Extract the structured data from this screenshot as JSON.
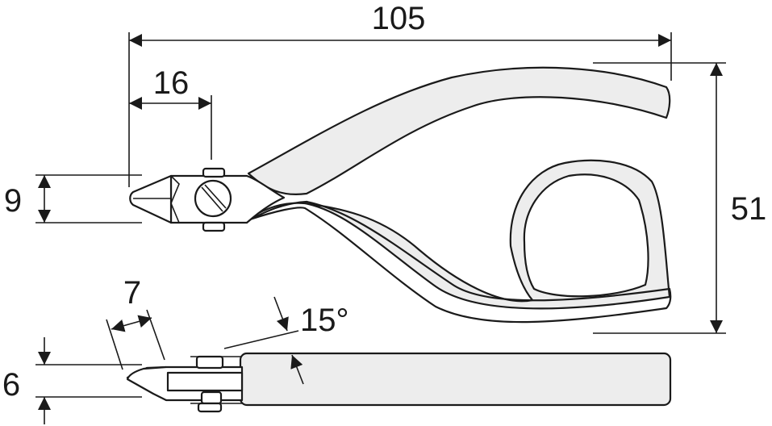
{
  "dimensions": {
    "overall_length": "105",
    "jaw_length": "16",
    "head_width": "9",
    "overall_height": "51",
    "tip_length": "7",
    "head_thickness": "6",
    "tip_angle": "15°"
  },
  "colors": {
    "handle_fill": "#ededed",
    "line": "#1a1a1a",
    "background": "#ffffff"
  }
}
